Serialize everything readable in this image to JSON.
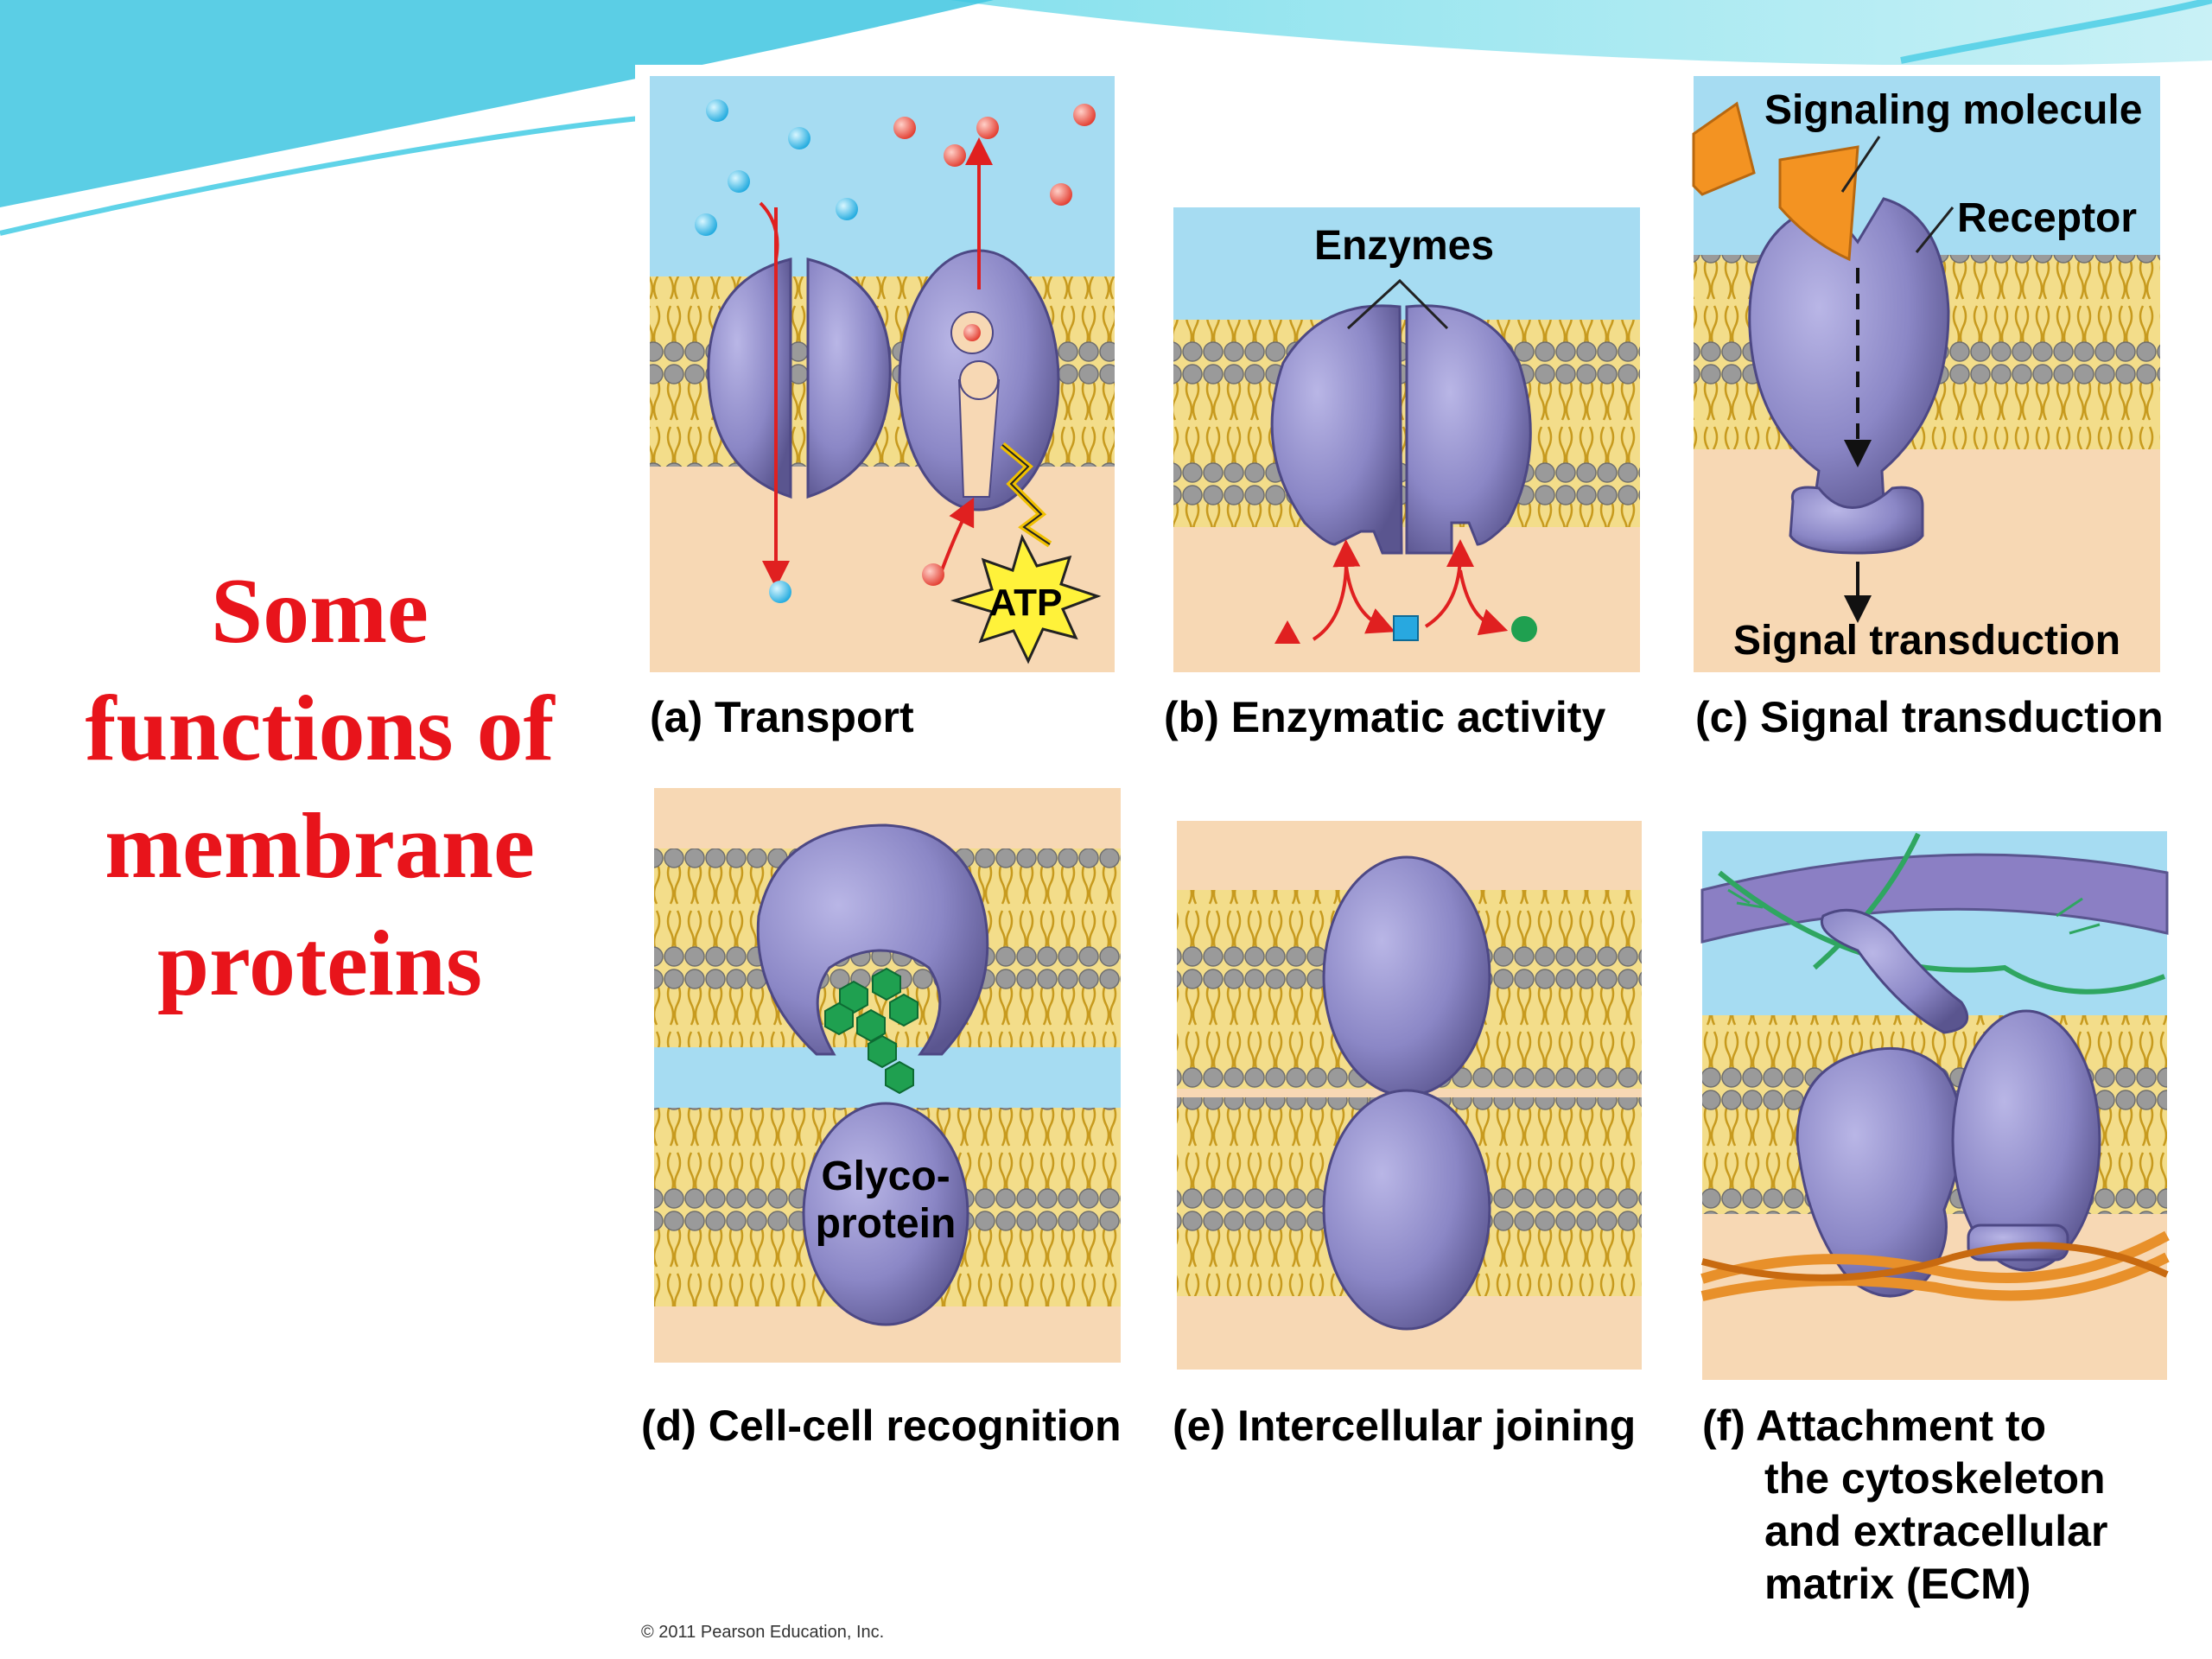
{
  "slide": {
    "title_lines": [
      "Some",
      "functions of",
      "membrane",
      "proteins"
    ],
    "copyright": "© 2011 Pearson Education, Inc."
  },
  "panels": {
    "a": {
      "caption": "(a) Transport",
      "atp": "ATP"
    },
    "b": {
      "caption": "(b) Enzymatic activity",
      "enzymes": "Enzymes"
    },
    "c": {
      "caption": "(c) Signal transduction",
      "signaling_molecule": "Signaling molecule",
      "receptor": "Receptor",
      "signal_transduction": "Signal transduction"
    },
    "d": {
      "caption": "(d) Cell-cell recognition",
      "glyco_1": "Glyco-",
      "glyco_2": "protein"
    },
    "e": {
      "caption": "(e) Intercellular joining"
    },
    "f": {
      "caption_lines": [
        "(f) Attachment to",
        "the cytoskeleton",
        "and extracellular",
        "matrix (ECM)"
      ]
    }
  },
  "colors": {
    "title": "#e8141b",
    "water": "#a6dcf2",
    "cytoplasm": "#f7d8b4",
    "protein": "#8b87c6",
    "tail": "#d8b13a",
    "head": "#8f8f8f",
    "arrow": "#e02020",
    "atp_star": "#fff23a",
    "glyco_sugar": "#1fa050",
    "signal": "#f39322",
    "fiber": "#2fa661",
    "ecm": "#e8902a"
  }
}
